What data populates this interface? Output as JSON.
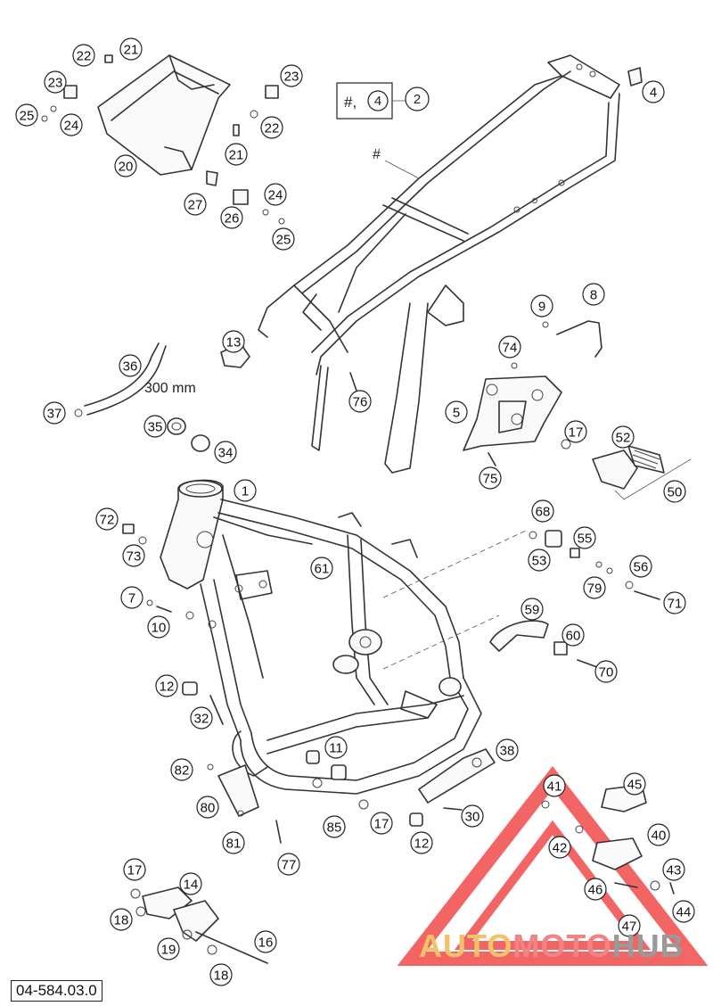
{
  "reference_code": "04-584.03.0",
  "length_note": "300 mm",
  "group_label": {
    "hash": "#,",
    "number": "4",
    "part": "2"
  },
  "frame_hash_label": "#",
  "watermark": {
    "part1": "AUTO",
    "part2": "MOTO",
    "part3": "HUB"
  },
  "colors": {
    "watermark_triangle": "#f24a4a",
    "watermark_yellow": "#f2c26b",
    "watermark_red": "#f08484",
    "watermark_grey": "#9a9a9a",
    "line": "#333333"
  },
  "callouts": [
    "1",
    "2",
    "4",
    "5",
    "7",
    "8",
    "9",
    "10",
    "11",
    "12",
    "12",
    "13",
    "14",
    "16",
    "17",
    "17",
    "17",
    "18",
    "18",
    "19",
    "20",
    "21",
    "21",
    "22",
    "22",
    "23",
    "23",
    "24",
    "24",
    "25",
    "25",
    "26",
    "27",
    "30",
    "32",
    "34",
    "35",
    "36",
    "37",
    "38",
    "40",
    "41",
    "42",
    "43",
    "44",
    "45",
    "46",
    "47",
    "50",
    "52",
    "53",
    "55",
    "56",
    "59",
    "60",
    "61",
    "68",
    "70",
    "71",
    "72",
    "73",
    "74",
    "75",
    "76",
    "77",
    "79",
    "80",
    "81",
    "82",
    "85"
  ]
}
